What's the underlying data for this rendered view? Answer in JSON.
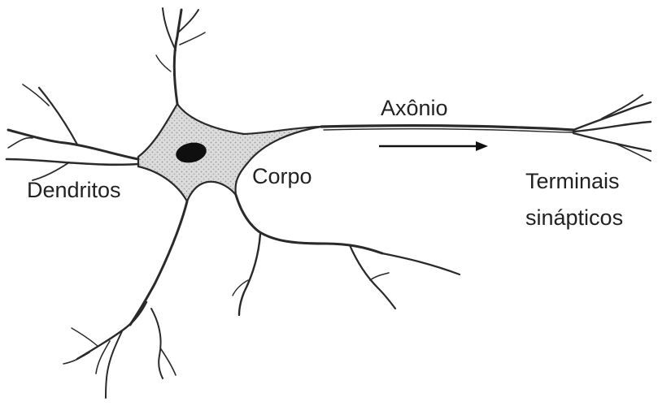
{
  "labels": {
    "dendritos": "Dendritos",
    "corpo": "Corpo",
    "axonio": "Axônio",
    "terminais_line1": "Terminais",
    "terminais_line2": "sinápticos"
  },
  "colors": {
    "ink": "#2a2a2a",
    "cell_fill": "#d4d4d4",
    "nucleus": "#0f0f0f",
    "text": "#222222"
  }
}
